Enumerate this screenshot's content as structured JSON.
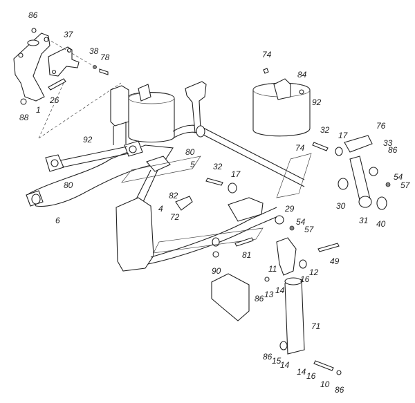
{
  "diagram": {
    "title": "Rear suspension exploded parts view",
    "callouts": [
      {
        "id": "c86a",
        "text": "86"
      },
      {
        "id": "c37",
        "text": "37"
      },
      {
        "id": "c38",
        "text": "38"
      },
      {
        "id": "c78",
        "text": "78"
      },
      {
        "id": "c26",
        "text": "26"
      },
      {
        "id": "c1",
        "text": "1"
      },
      {
        "id": "c88",
        "text": "88"
      },
      {
        "id": "c74a",
        "text": "74"
      },
      {
        "id": "c84",
        "text": "84"
      },
      {
        "id": "c92a",
        "text": "92"
      },
      {
        "id": "c92b",
        "text": "92"
      },
      {
        "id": "c80a",
        "text": "80"
      },
      {
        "id": "c80b",
        "text": "80"
      },
      {
        "id": "c5",
        "text": "5"
      },
      {
        "id": "c6",
        "text": "6"
      },
      {
        "id": "c32a",
        "text": "32"
      },
      {
        "id": "c17a",
        "text": "17"
      },
      {
        "id": "c74b",
        "text": "74"
      },
      {
        "id": "c76",
        "text": "76"
      },
      {
        "id": "c33",
        "text": "33"
      },
      {
        "id": "c86b",
        "text": "86"
      },
      {
        "id": "c32b",
        "text": "32"
      },
      {
        "id": "c17b",
        "text": "17"
      },
      {
        "id": "c54a",
        "text": "54"
      },
      {
        "id": "c57a",
        "text": "57"
      },
      {
        "id": "c30",
        "text": "30"
      },
      {
        "id": "c31",
        "text": "31"
      },
      {
        "id": "c40",
        "text": "40"
      },
      {
        "id": "c82",
        "text": "82"
      },
      {
        "id": "c4",
        "text": "4"
      },
      {
        "id": "c72",
        "text": "72"
      },
      {
        "id": "c29",
        "text": "29"
      },
      {
        "id": "c54b",
        "text": "54"
      },
      {
        "id": "c57b",
        "text": "57"
      },
      {
        "id": "c81",
        "text": "81"
      },
      {
        "id": "c90",
        "text": "90"
      },
      {
        "id": "c49",
        "text": "49"
      },
      {
        "id": "c11",
        "text": "11"
      },
      {
        "id": "c12",
        "text": "12"
      },
      {
        "id": "c16a",
        "text": "16"
      },
      {
        "id": "c14a",
        "text": "14"
      },
      {
        "id": "c13",
        "text": "13"
      },
      {
        "id": "c86c",
        "text": "86"
      },
      {
        "id": "c71",
        "text": "71"
      },
      {
        "id": "c86d",
        "text": "86"
      },
      {
        "id": "c15",
        "text": "15"
      },
      {
        "id": "c14b",
        "text": "14"
      },
      {
        "id": "c14c",
        "text": "14"
      },
      {
        "id": "c16b",
        "text": "16"
      },
      {
        "id": "c10",
        "text": "10"
      },
      {
        "id": "c86e",
        "text": "86"
      }
    ]
  }
}
